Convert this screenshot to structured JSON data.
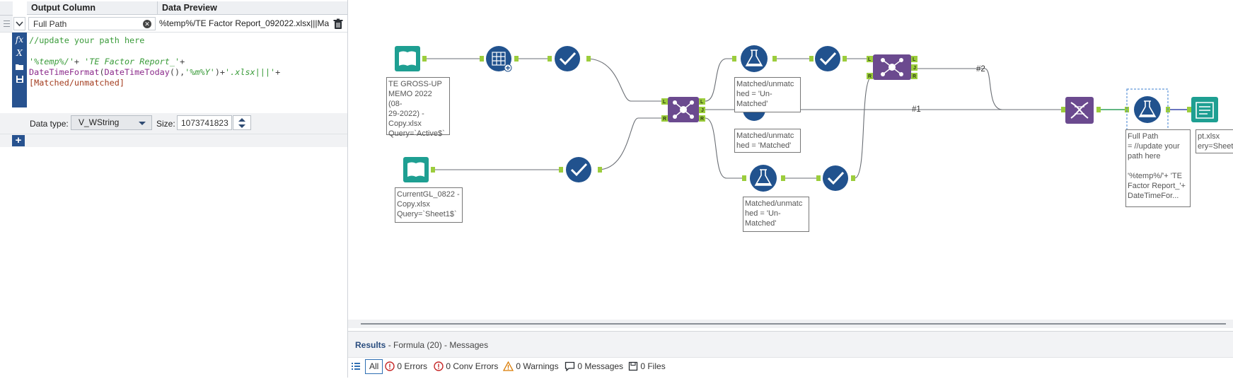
{
  "formula_panel": {
    "header_output_column": "Output Column",
    "header_data_preview": "Data Preview",
    "output_column_value": "Full Path",
    "data_preview_value": "%temp%/TE Factor Report_092022.xlsx|||Ma...",
    "expression": {
      "line1": "//update your path here",
      "line3a": "'%temp%/'",
      "line3b": "+ ",
      "line3c": "'TE Factor Report_'",
      "line3d": "+",
      "line4a": "DateTimeFormat",
      "line4b": "(",
      "line4c": "DateTimeToday",
      "line4d": "(),",
      "line4e": "'%m%Y'",
      "line4f": ")+",
      "line4g": "'.xlsx|||'",
      "line4h": "+",
      "line5": "[Matched/unmatched]"
    },
    "data_type_label": "Data type:",
    "data_type_value": "V_WString",
    "size_label": "Size:",
    "size_value": "1073741823"
  },
  "canvas": {
    "labels": {
      "input1": [
        "TE GROSS-UP",
        "MEMO 2022 (08-",
        "29-2022) -",
        "Copy.xlsx",
        "Query=`Active$`"
      ],
      "input2": [
        "CurrentGL_0822 -",
        "Copy.xlsx",
        "Query=`Sheet1$`"
      ],
      "filter_top": [
        "Matched/unmatc",
        "hed = 'Un-",
        "Matched'"
      ],
      "filter_mid": [
        "Matched/unmatc",
        "hed = 'Matched'"
      ],
      "filter_bottom": [
        "Matched/unmatc",
        "hed = 'Un-",
        "Matched'"
      ],
      "formula": [
        "Full Path",
        "= //update your",
        "path here",
        "",
        "'%temp%/'+ 'TE",
        "Factor Report_'+",
        "DateTimeFor..."
      ],
      "output": [
        "pt.xlsx",
        "ery=Sheet"
      ]
    },
    "connection_2": "#2",
    "connection_1": "#1"
  },
  "results": {
    "title": "Results",
    "subtitle": " - Formula (20) - Messages",
    "all": "All",
    "errors": "0 Errors",
    "conv_errors": "0 Conv Errors",
    "warnings": "0 Warnings",
    "messages": "0 Messages",
    "files": "0 Files"
  },
  "colors": {
    "teal_input": "#1e9f92",
    "navy_tool": "#21528e",
    "purple_join": "#6b4a8f",
    "anchor_green": "#9ccd3c",
    "panel_blue": "#27528f"
  }
}
